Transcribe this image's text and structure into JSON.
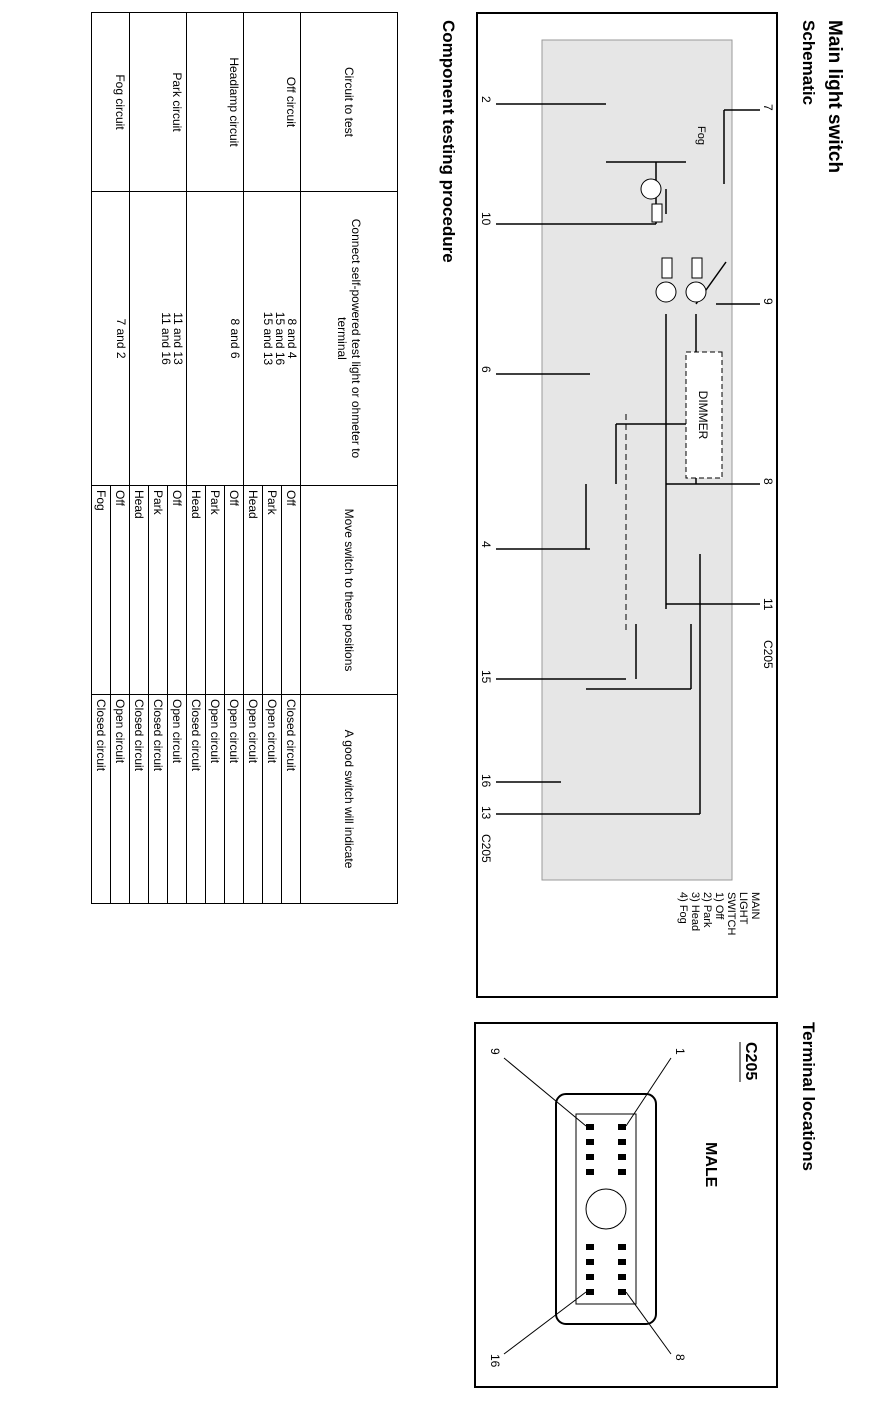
{
  "page": {
    "title": "Main light switch",
    "schematic_heading": "Schematic",
    "terminal_heading": "Terminal locations",
    "procedure_heading": "Component testing procedure"
  },
  "schematic": {
    "left_terminals": [
      "7",
      "9",
      "8",
      "11",
      "C205"
    ],
    "right_terminals": [
      "2",
      "10",
      "6",
      "4",
      "15",
      "16",
      "13",
      "C205"
    ],
    "fog_label": "Fog",
    "dimmer_label": "DIMMER",
    "legend": [
      "MAIN",
      "LIGHT",
      "SWITCH",
      "1) Off",
      "2) Park",
      "3) Head",
      "4) Fog"
    ]
  },
  "connector": {
    "name": "C205",
    "gender": "MALE",
    "pins": [
      "1",
      "9",
      "8",
      "16"
    ]
  },
  "table": {
    "headers": [
      "Circuit to test",
      "Connect self-powered test light or ohmeter to terminal",
      "Move switch to these positions",
      "A good switch will indicate"
    ],
    "groups": [
      {
        "circuit": "Off circuit",
        "terminals": [
          "8 and 4",
          "15 and 16",
          "15 and 13"
        ],
        "rows": [
          {
            "pos": "Off",
            "result": "Closed circuit"
          },
          {
            "pos": "Park",
            "result": "Open circuit"
          },
          {
            "pos": "Head",
            "result": "Open circuit"
          }
        ]
      },
      {
        "circuit": "Headlamp circuit",
        "terminals": [
          "8 and 6"
        ],
        "rows": [
          {
            "pos": "Off",
            "result": "Open circuit"
          },
          {
            "pos": "Park",
            "result": "Open circuit"
          },
          {
            "pos": "Head",
            "result": "Closed circuit"
          }
        ]
      },
      {
        "circuit": "Park circuit",
        "terminals": [
          "11 and 13",
          "11 and 16"
        ],
        "rows": [
          {
            "pos": "Off",
            "result": "Open circuit"
          },
          {
            "pos": "Park",
            "result": "Closed circuit"
          },
          {
            "pos": "Head",
            "result": "Closed circuit"
          }
        ]
      },
      {
        "circuit": "Fog circuit",
        "terminals": [
          "7 and 2"
        ],
        "rows": [
          {
            "pos": "Off",
            "result": "Open circuit"
          },
          {
            "pos": "Fog",
            "result": "Closed circuit"
          }
        ]
      }
    ]
  }
}
